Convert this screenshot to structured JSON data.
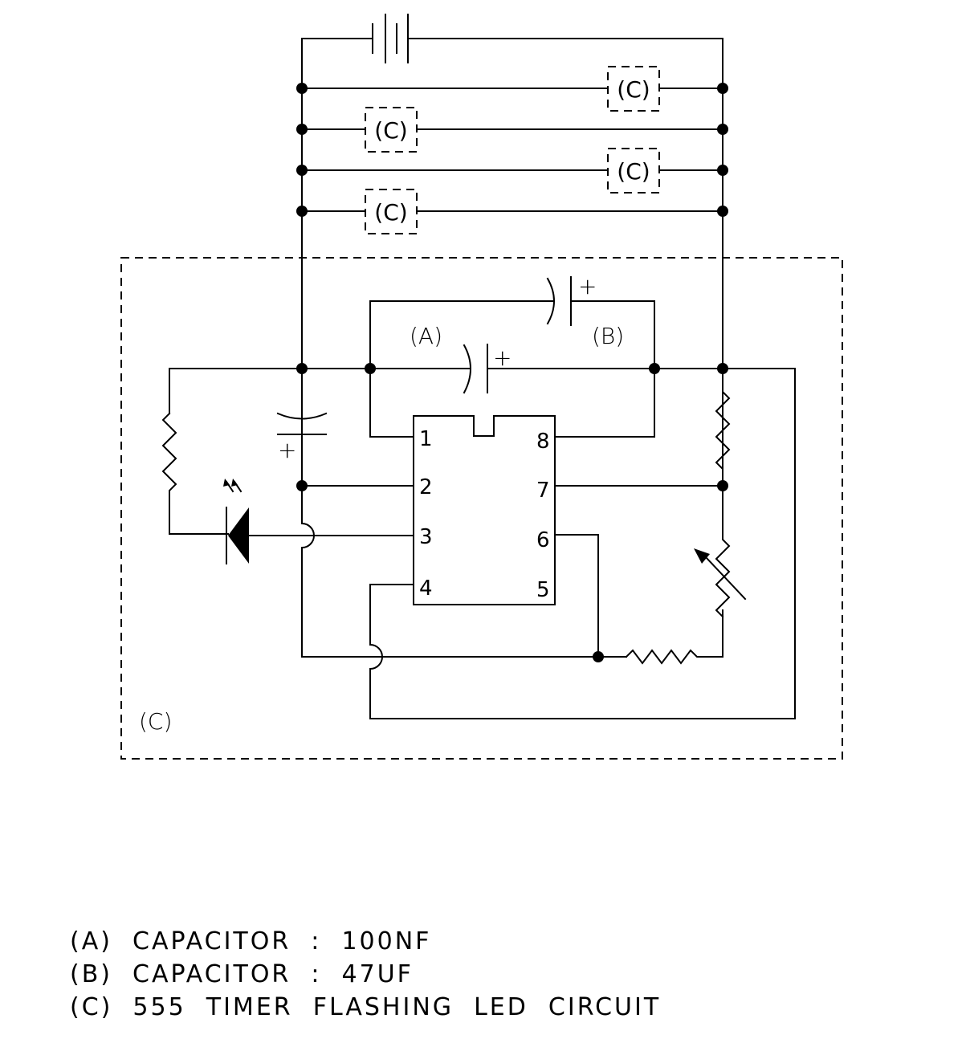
{
  "labels": {
    "a": "(A)",
    "b": "(B)",
    "c": "(C)",
    "sub_c": "(C)",
    "plus": "+"
  },
  "ic": {
    "pins_left": [
      "1",
      "2",
      "3",
      "4"
    ],
    "pins_right": [
      "8",
      "7",
      "6",
      "5"
    ]
  },
  "legend": [
    "(A)  CAPACITOR  :  100NF",
    "(B)  CAPACITOR  :  47UF",
    "(C)  555  TIMER  FLASHING  LED  CIRCUIT"
  ]
}
